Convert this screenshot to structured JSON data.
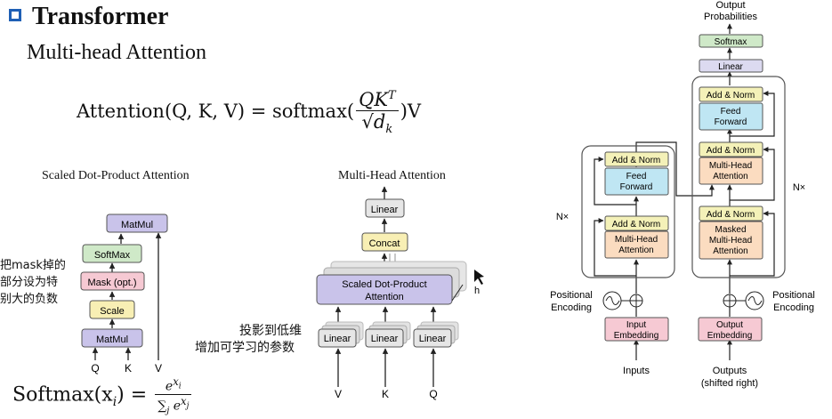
{
  "slide": {
    "title": "Transformer",
    "subtitle": "Multi-head Attention"
  },
  "formula": {
    "lhs": "Attention(Q, K, V) = softmax(",
    "numerator": "QK",
    "numerator_sup": "T",
    "denominator": "√d",
    "denominator_sub": "k",
    "rhs": ")V"
  },
  "softmax_formula": {
    "lhs": "Softmax(x",
    "lhs_sub": "i",
    "lhs_close": ") =",
    "numerator": "e",
    "numerator_sup": "x",
    "numerator_sup_sub": "i",
    "denominator": "∑",
    "denominator_sub": "j",
    "denominator_e": "e",
    "denominator_sup": "x",
    "denominator_sup_sub": "j"
  },
  "scaled_dot": {
    "heading": "Scaled Dot-Product Attention",
    "matmul_top": "MatMul",
    "softmax": "SoftMax",
    "mask": "Mask (opt.)",
    "scale": "Scale",
    "matmul_bottom": "MatMul",
    "inputs": [
      "Q",
      "K",
      "V"
    ],
    "note_lines": [
      "把mask掉的",
      "部分设为特",
      "别大的负数"
    ]
  },
  "multi_head": {
    "heading": "Multi-Head Attention",
    "linear_top": "Linear",
    "concat": "Concat",
    "sdpa_line1": "Scaled Dot-Product",
    "sdpa_line2": "Attention",
    "h_label": "h",
    "linears": [
      "Linear",
      "Linear",
      "Linear"
    ],
    "inputs": [
      "V",
      "K",
      "Q"
    ],
    "note_lines": [
      "投影到低维",
      "增加可学习的参数"
    ]
  },
  "transformer": {
    "output_probs": [
      "Output",
      "Probabilities"
    ],
    "softmax": "Softmax",
    "linear": "Linear",
    "add_norm": "Add & Norm",
    "feed_forward": [
      "Feed",
      "Forward"
    ],
    "multi_head": [
      "Multi-Head",
      "Attention"
    ],
    "masked_multi_head": [
      "Masked",
      "Multi-Head",
      "Attention"
    ],
    "nx": "N×",
    "positional_encoding": [
      "Positional",
      "Encoding"
    ],
    "input_embedding": [
      "Input",
      "Embedding"
    ],
    "output_embedding": [
      "Output",
      "Embedding"
    ],
    "inputs": "Inputs",
    "outputs": [
      "Outputs",
      "(shifted right)"
    ]
  }
}
